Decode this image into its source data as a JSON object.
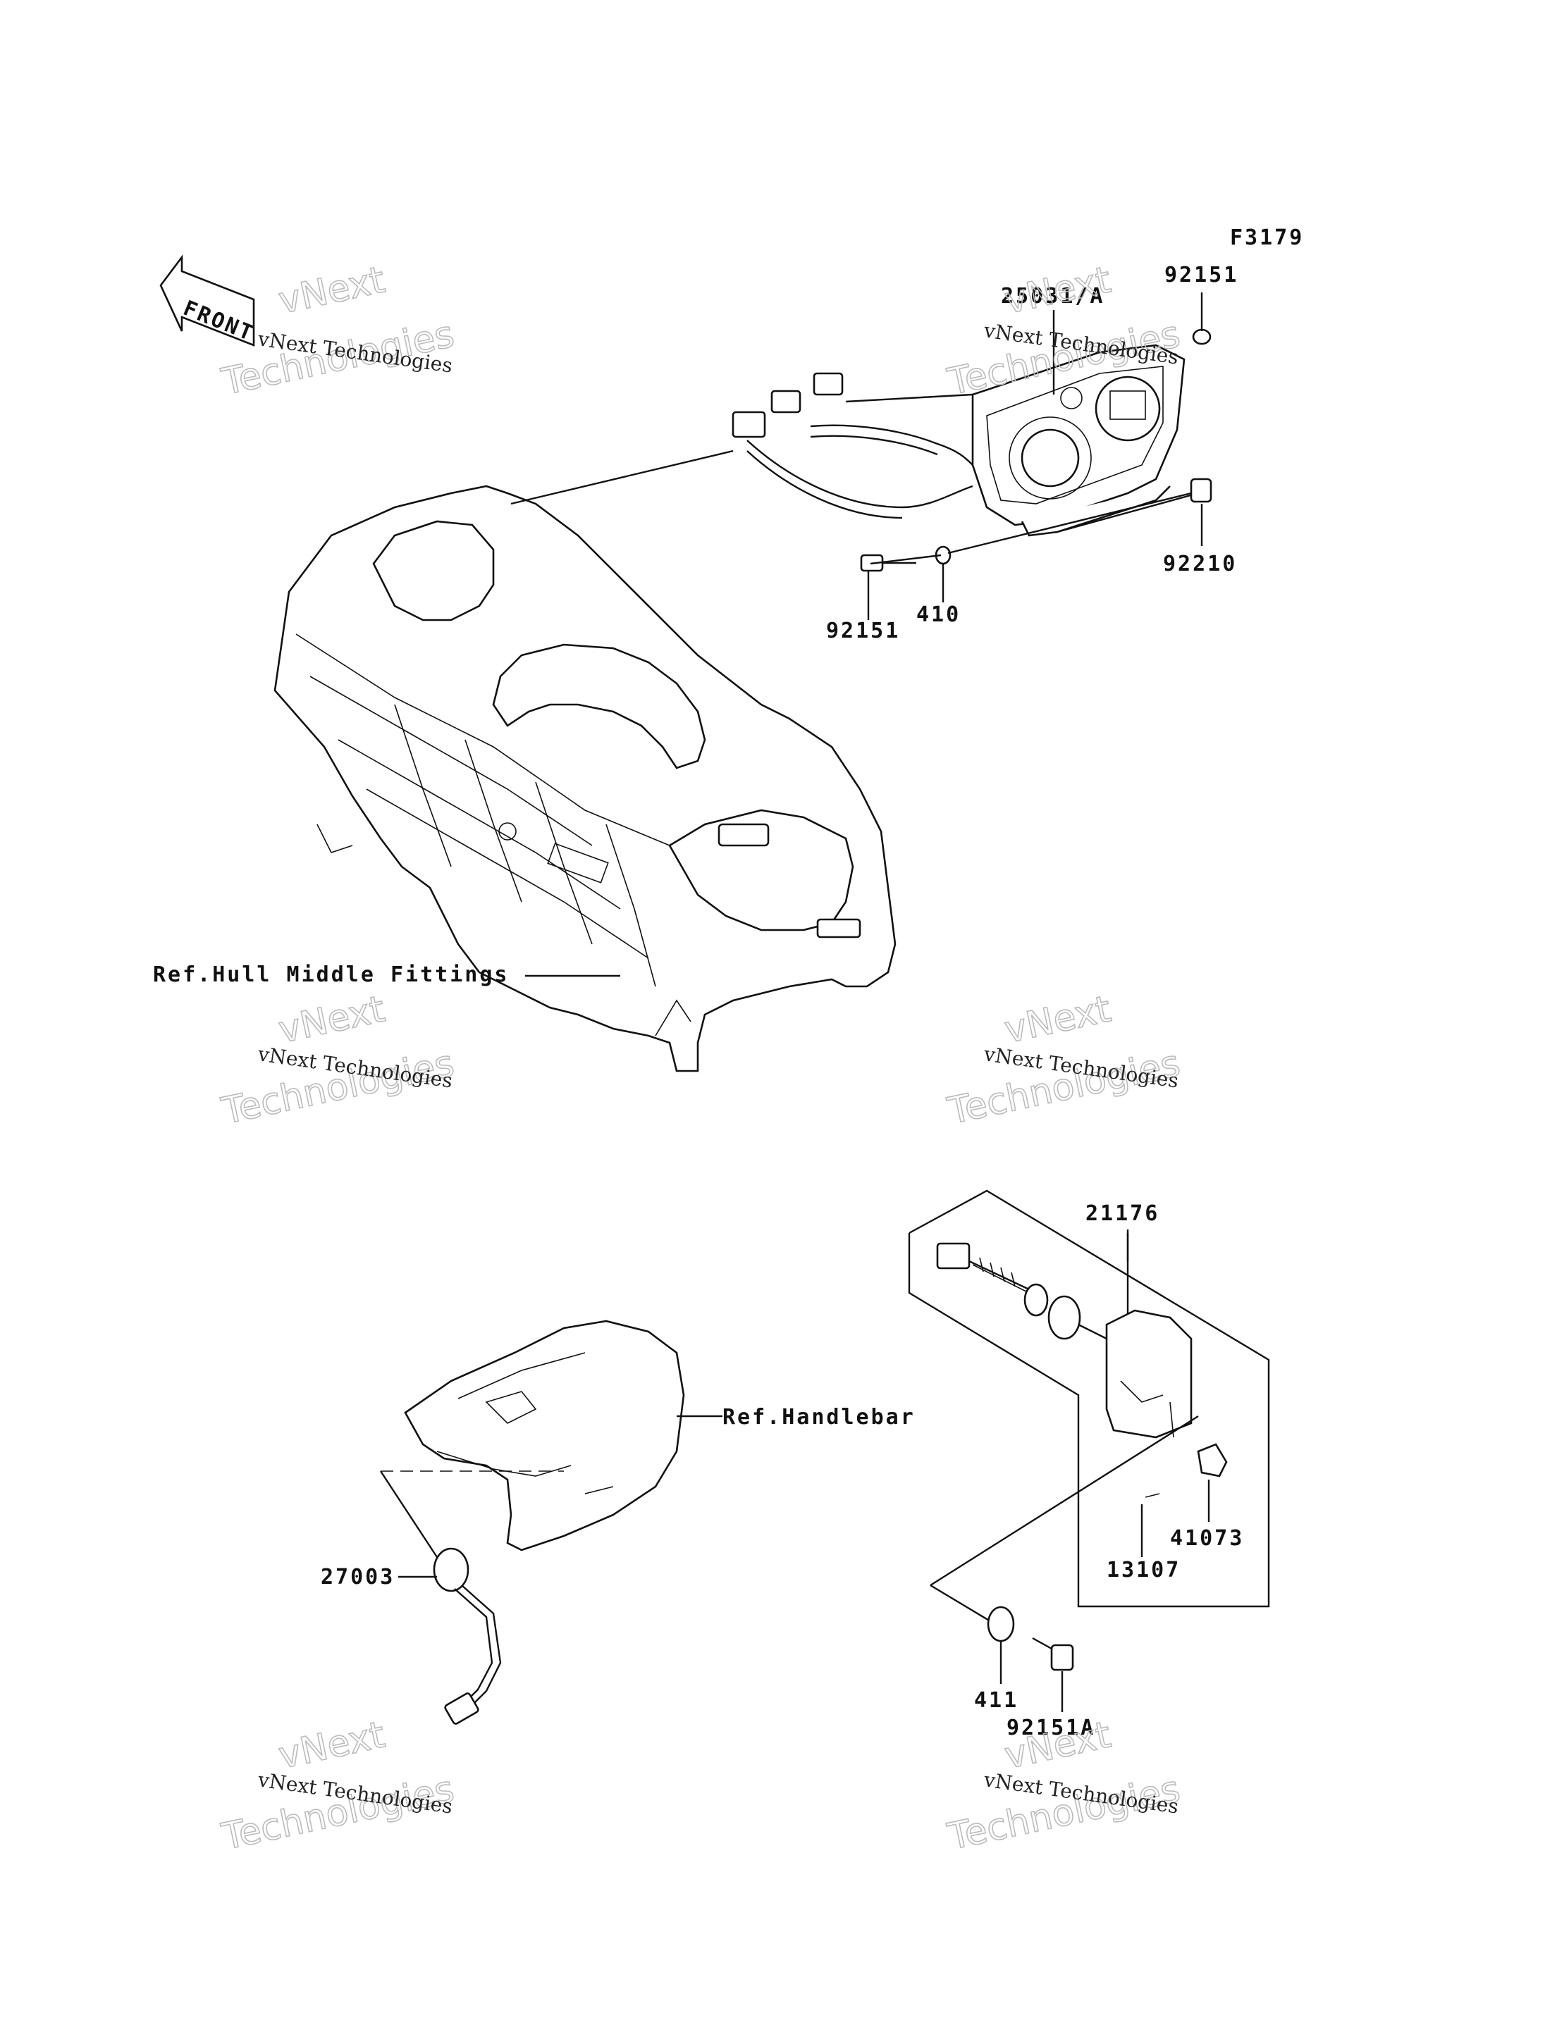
{
  "figure_code": "F3179",
  "front_badge": "FRONT",
  "part_labels": {
    "p25031A": "25031/A",
    "p92151_top": "92151",
    "p92151_left": "92151",
    "p410": "410",
    "p92210": "92210",
    "p21176": "21176",
    "p27003": "27003",
    "p41073": "41073",
    "p13107": "13107",
    "p411": "411",
    "p92151A": "92151A"
  },
  "references": {
    "hull": "Ref.Hull Middle Fittings",
    "handlebar": "Ref.Handlebar"
  },
  "watermark": {
    "line1": "vNext Technologies",
    "line2a": "vNext",
    "line2b": "Technologies"
  }
}
